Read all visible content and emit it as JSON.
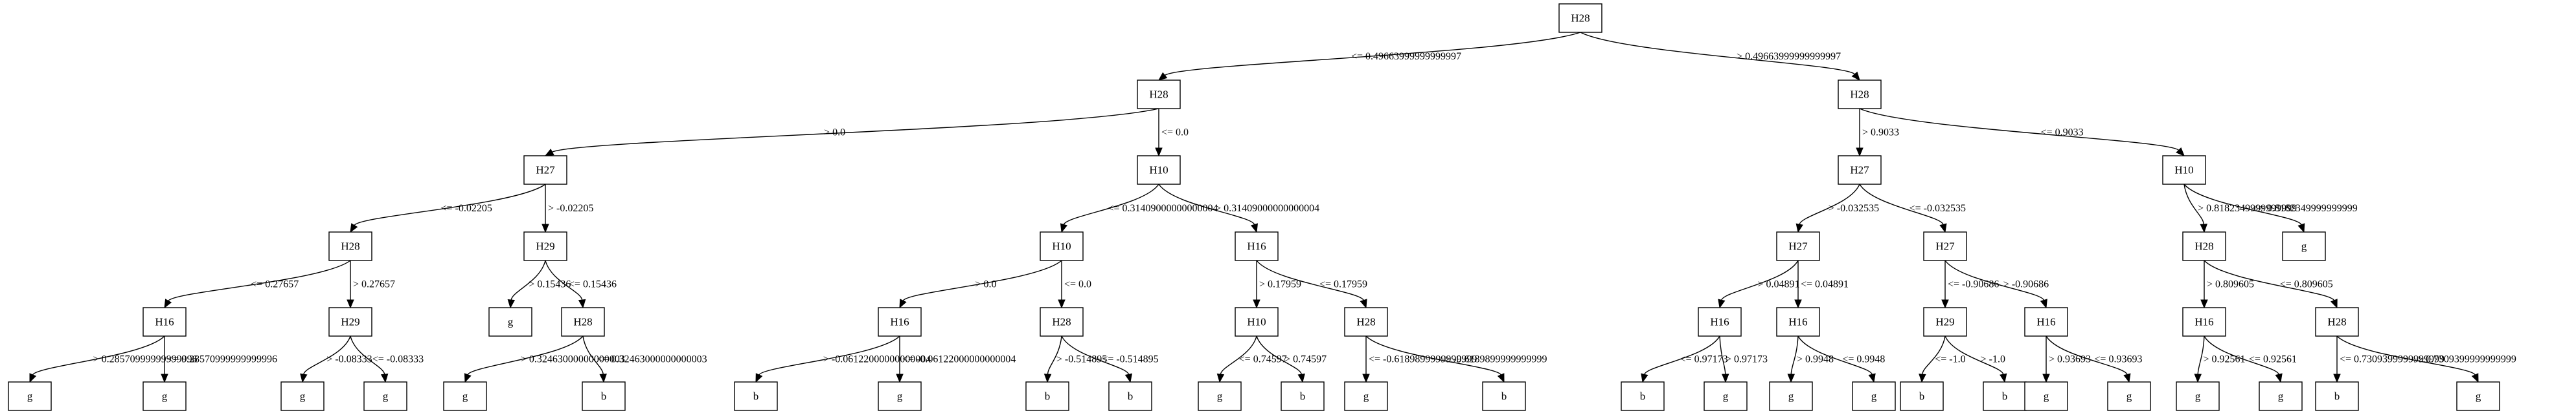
{
  "tree": {
    "nodes": [
      {
        "id": "n0",
        "label": "H28"
      },
      {
        "id": "n1",
        "label": "H28"
      },
      {
        "id": "n2",
        "label": "H28"
      },
      {
        "id": "n3",
        "label": "H27"
      },
      {
        "id": "n4",
        "label": "H10"
      },
      {
        "id": "n5",
        "label": "H27"
      },
      {
        "id": "n6",
        "label": "H10"
      },
      {
        "id": "n7",
        "label": "H28"
      },
      {
        "id": "n8",
        "label": "H29"
      },
      {
        "id": "n9",
        "label": "H10"
      },
      {
        "id": "n10",
        "label": "H16"
      },
      {
        "id": "n11",
        "label": "H27"
      },
      {
        "id": "n12",
        "label": "H27"
      },
      {
        "id": "n13",
        "label": "H28"
      },
      {
        "id": "n14",
        "label": "g"
      },
      {
        "id": "n15",
        "label": "H16"
      },
      {
        "id": "n16",
        "label": "H29"
      },
      {
        "id": "n17",
        "label": "g"
      },
      {
        "id": "n18",
        "label": "H28"
      },
      {
        "id": "n19",
        "label": "H16"
      },
      {
        "id": "n20",
        "label": "H28"
      },
      {
        "id": "n21",
        "label": "H10"
      },
      {
        "id": "n22",
        "label": "H28"
      },
      {
        "id": "n23",
        "label": "H16"
      },
      {
        "id": "n24",
        "label": "H16"
      },
      {
        "id": "n25",
        "label": "H29"
      },
      {
        "id": "n26",
        "label": "H16"
      },
      {
        "id": "n27",
        "label": "H16"
      },
      {
        "id": "n28",
        "label": "H28"
      },
      {
        "id": "n29",
        "label": "g"
      },
      {
        "id": "n30",
        "label": "g"
      },
      {
        "id": "n31",
        "label": "g"
      },
      {
        "id": "n32",
        "label": "g"
      },
      {
        "id": "n33",
        "label": "g"
      },
      {
        "id": "n34",
        "label": "b"
      },
      {
        "id": "n35",
        "label": "b"
      },
      {
        "id": "n36",
        "label": "g"
      },
      {
        "id": "n37",
        "label": "b"
      },
      {
        "id": "n38",
        "label": "b"
      },
      {
        "id": "n39",
        "label": "g"
      },
      {
        "id": "n40",
        "label": "b"
      },
      {
        "id": "n41",
        "label": "g"
      },
      {
        "id": "n42",
        "label": "b"
      },
      {
        "id": "n43",
        "label": "b"
      },
      {
        "id": "n44",
        "label": "g"
      },
      {
        "id": "n45",
        "label": "g"
      },
      {
        "id": "n46",
        "label": "g"
      },
      {
        "id": "n47",
        "label": "b"
      },
      {
        "id": "n48",
        "label": "b"
      },
      {
        "id": "n49",
        "label": "g"
      },
      {
        "id": "n50",
        "label": "g"
      },
      {
        "id": "n51",
        "label": "g"
      },
      {
        "id": "n52",
        "label": "g"
      },
      {
        "id": "n53",
        "label": "b"
      },
      {
        "id": "n54",
        "label": "g"
      }
    ],
    "edges": [
      {
        "from": "n0",
        "to": "n1",
        "label": "<= 0.49663999999999997"
      },
      {
        "from": "n0",
        "to": "n2",
        "label": "> 0.49663999999999997"
      },
      {
        "from": "n1",
        "to": "n3",
        "label": "> 0.0"
      },
      {
        "from": "n1",
        "to": "n4",
        "label": "<= 0.0"
      },
      {
        "from": "n2",
        "to": "n5",
        "label": "> 0.9033"
      },
      {
        "from": "n2",
        "to": "n6",
        "label": "<= 0.9033"
      },
      {
        "from": "n3",
        "to": "n7",
        "label": "<= -0.02205"
      },
      {
        "from": "n3",
        "to": "n8",
        "label": "> -0.02205"
      },
      {
        "from": "n4",
        "to": "n9",
        "label": "<= 0.31409000000000004"
      },
      {
        "from": "n4",
        "to": "n10",
        "label": "> 0.31409000000000004"
      },
      {
        "from": "n5",
        "to": "n11",
        "label": "> -0.032535"
      },
      {
        "from": "n5",
        "to": "n12",
        "label": "<= -0.032535"
      },
      {
        "from": "n6",
        "to": "n13",
        "label": "> 0.8182349999999999"
      },
      {
        "from": "n6",
        "to": "n14",
        "label": "<= 0.8182349999999999"
      },
      {
        "from": "n7",
        "to": "n15",
        "label": "<= 0.27657"
      },
      {
        "from": "n7",
        "to": "n16",
        "label": "> 0.27657"
      },
      {
        "from": "n8",
        "to": "n17",
        "label": "> 0.15436"
      },
      {
        "from": "n8",
        "to": "n18",
        "label": "<= 0.15436"
      },
      {
        "from": "n9",
        "to": "n19",
        "label": "> 0.0"
      },
      {
        "from": "n9",
        "to": "n20",
        "label": "<= 0.0"
      },
      {
        "from": "n10",
        "to": "n21",
        "label": "> 0.17959"
      },
      {
        "from": "n10",
        "to": "n22",
        "label": "<= 0.17959"
      },
      {
        "from": "n11",
        "to": "n23",
        "label": "> 0.04891"
      },
      {
        "from": "n11",
        "to": "n24",
        "label": "<= 0.04891"
      },
      {
        "from": "n12",
        "to": "n25",
        "label": "<= -0.90686"
      },
      {
        "from": "n12",
        "to": "n26",
        "label": "> -0.90686"
      },
      {
        "from": "n13",
        "to": "n27",
        "label": "> 0.809605"
      },
      {
        "from": "n13",
        "to": "n28",
        "label": "<= 0.809605"
      },
      {
        "from": "n15",
        "to": "n29",
        "label": "> 0.28570999999999996"
      },
      {
        "from": "n15",
        "to": "n30",
        "label": "<= 0.28570999999999996"
      },
      {
        "from": "n16",
        "to": "n31",
        "label": "> -0.08333"
      },
      {
        "from": "n16",
        "to": "n32",
        "label": "<= -0.08333"
      },
      {
        "from": "n18",
        "to": "n33",
        "label": "> 0.32463000000000003"
      },
      {
        "from": "n18",
        "to": "n34",
        "label": "<= 0.32463000000000003"
      },
      {
        "from": "n19",
        "to": "n35",
        "label": "> -0.06122000000000004"
      },
      {
        "from": "n19",
        "to": "n36",
        "label": "<= -0.06122000000000004"
      },
      {
        "from": "n20",
        "to": "n37",
        "label": "> -0.514895"
      },
      {
        "from": "n20",
        "to": "n38",
        "label": "<= -0.514895"
      },
      {
        "from": "n21",
        "to": "n39",
        "label": "<= 0.74597"
      },
      {
        "from": "n21",
        "to": "n40",
        "label": "> 0.74597"
      },
      {
        "from": "n22",
        "to": "n41",
        "label": "<= -0.6189899999999999"
      },
      {
        "from": "n22",
        "to": "n42",
        "label": "> -0.6189899999999999"
      },
      {
        "from": "n23",
        "to": "n43",
        "label": "<= 0.97173"
      },
      {
        "from": "n23",
        "to": "n44",
        "label": "> 0.97173"
      },
      {
        "from": "n24",
        "to": "n45",
        "label": "> 0.9948"
      },
      {
        "from": "n24",
        "to": "n46",
        "label": "<= 0.9948"
      },
      {
        "from": "n25",
        "to": "n47",
        "label": "<= -1.0"
      },
      {
        "from": "n25",
        "to": "n48",
        "label": "> -1.0"
      },
      {
        "from": "n26",
        "to": "n49",
        "label": "> 0.93693"
      },
      {
        "from": "n26",
        "to": "n50",
        "label": "<= 0.93693"
      },
      {
        "from": "n27",
        "to": "n51",
        "label": "> 0.92561"
      },
      {
        "from": "n27",
        "to": "n52",
        "label": "<= 0.92561"
      },
      {
        "from": "n28",
        "to": "n53",
        "label": "<= 0.7309399999999999"
      },
      {
        "from": "n28",
        "to": "n54",
        "label": "> 0.7309399999999999"
      }
    ]
  }
}
